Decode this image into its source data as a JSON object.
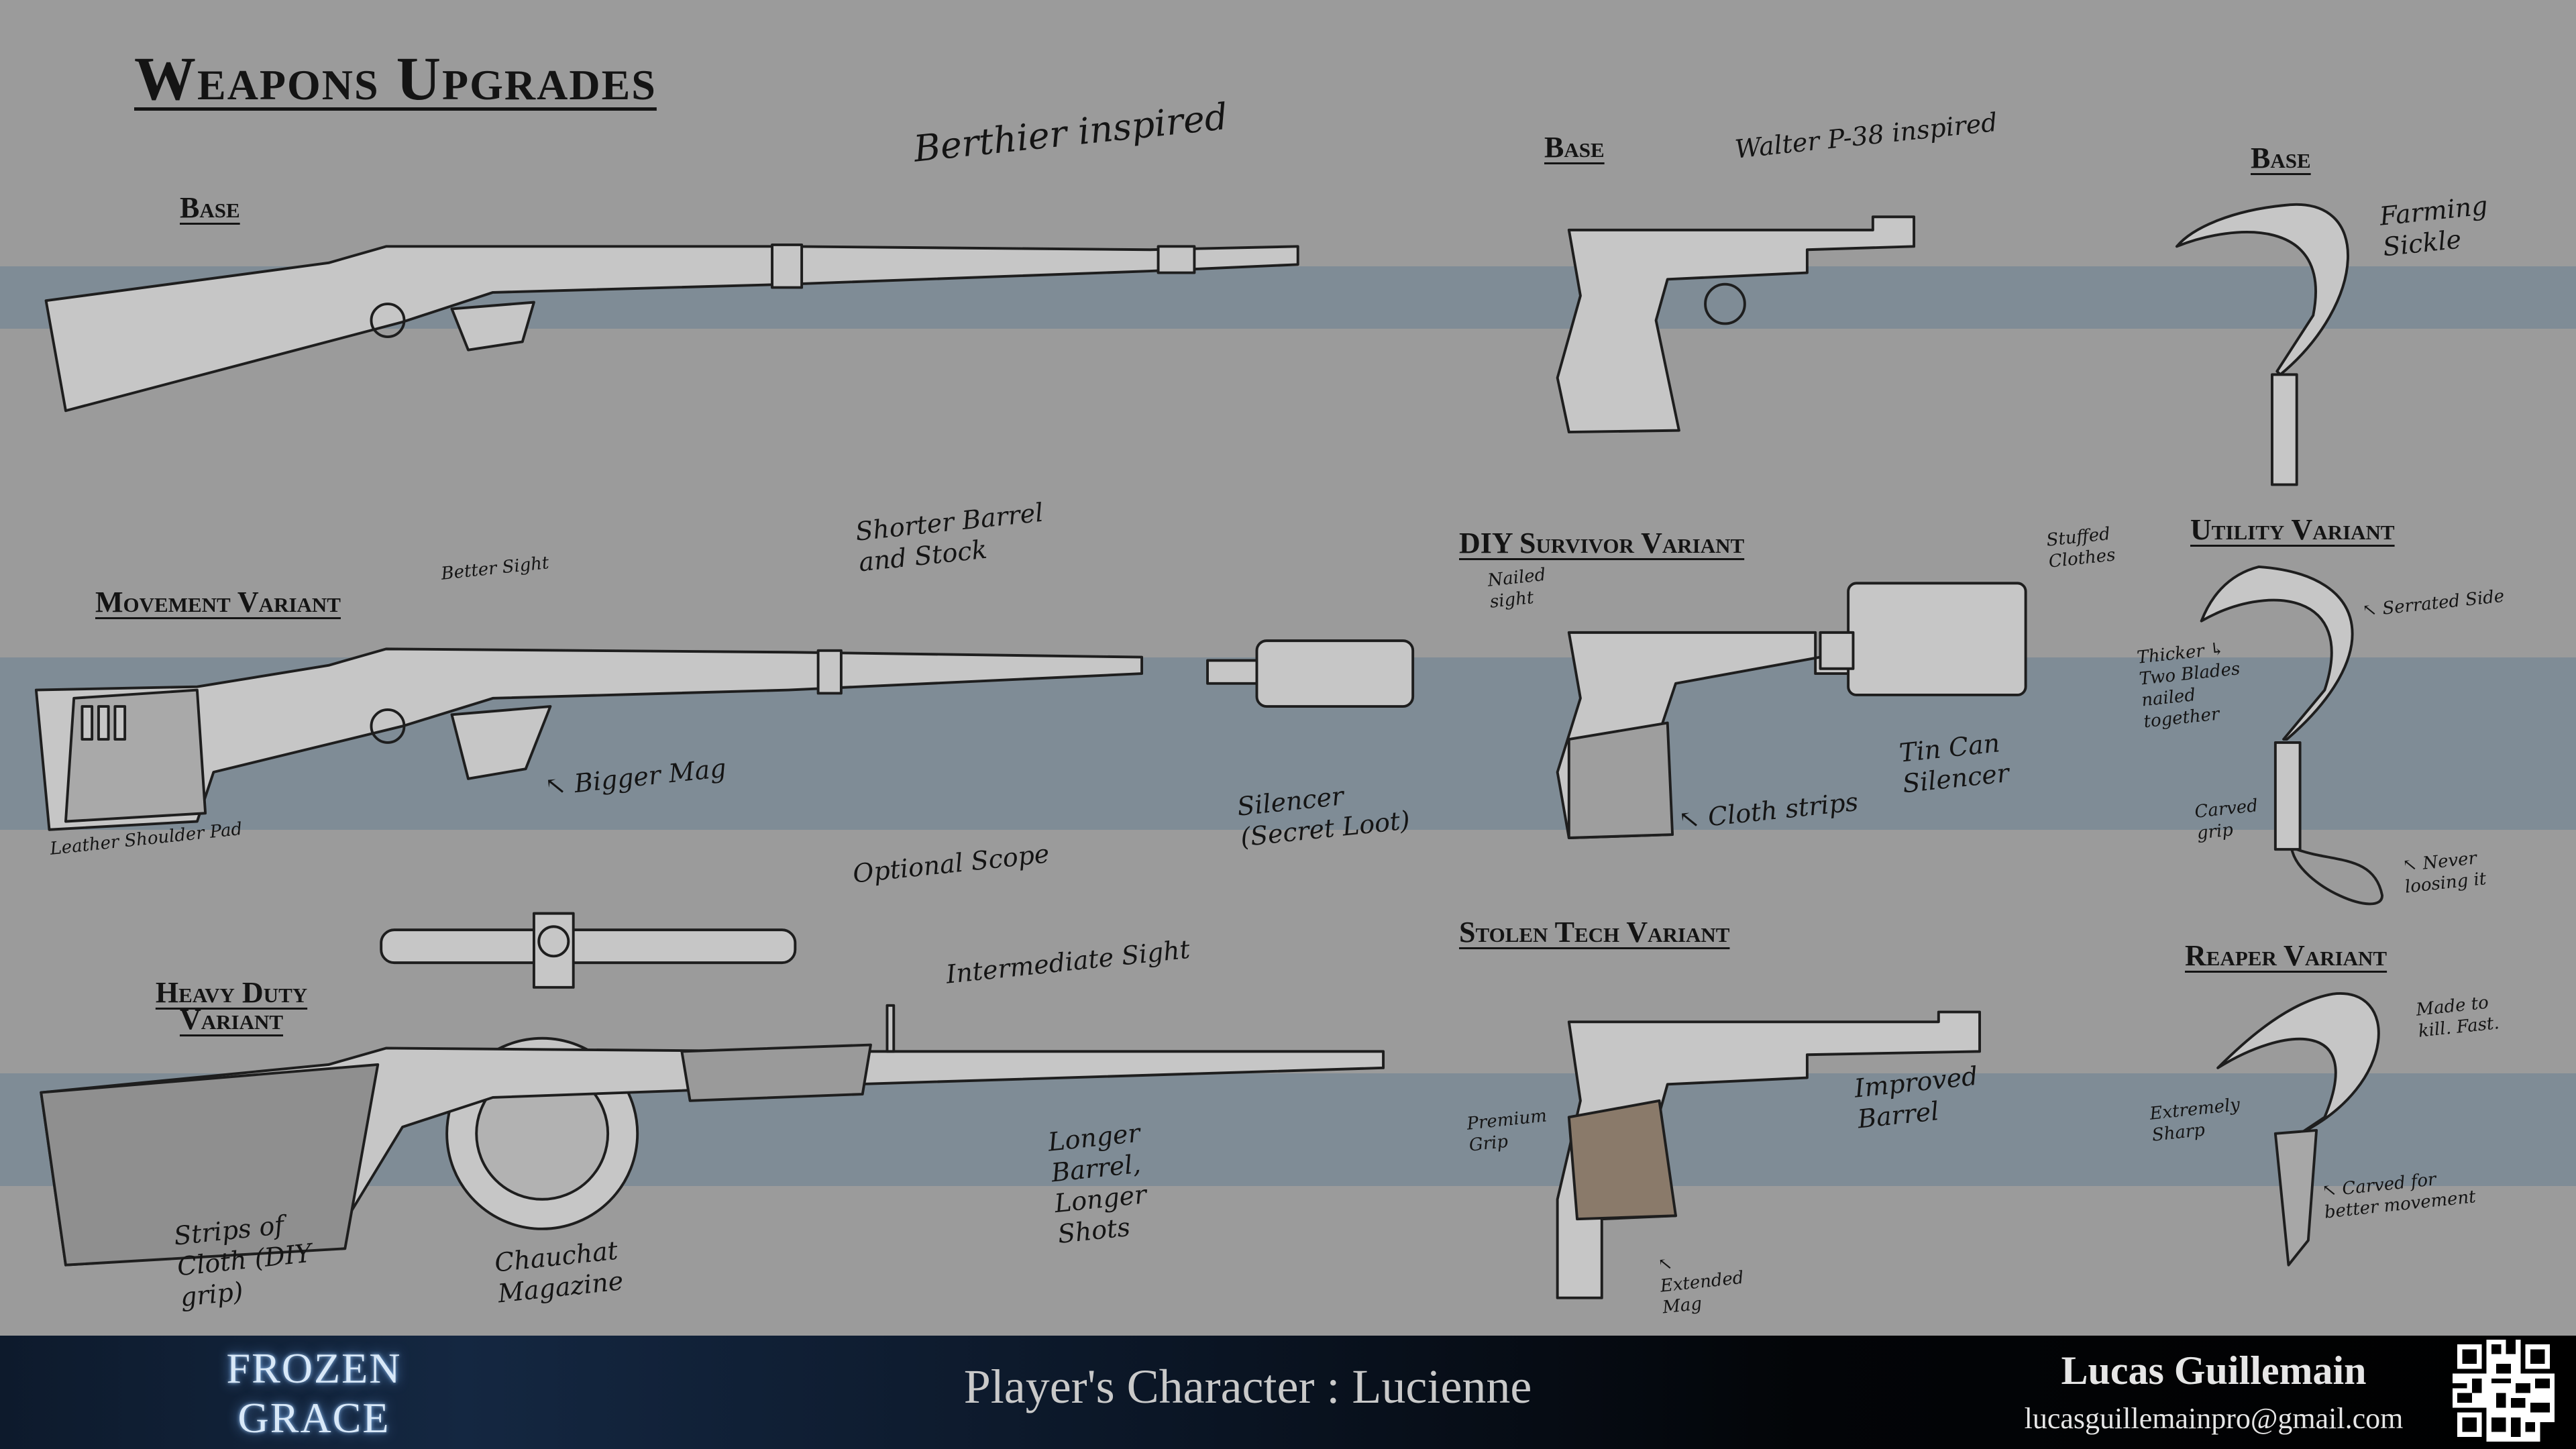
{
  "title": "Weapons Upgrades",
  "rifle": {
    "base_label": "Base",
    "inspiration": "Berthier inspired",
    "movement_label": "Movement Variant",
    "heavy_label": "Heavy Duty Variant",
    "notes": {
      "better_sight": "Better Sight",
      "shorter_barrel": "Shorter Barrel and Stock",
      "bigger_mag": "↖ Bigger Mag",
      "shoulder_pad": "Leather Shoulder Pad",
      "silencer": "Silencer (Secret Loot)",
      "optional_scope": "Optional Scope",
      "intermediate_sight": "Intermediate Sight",
      "longer_barrel": "Longer Barrel, Longer Shots",
      "cloth_strips": "Strips of Cloth (DIY grip)",
      "chauchat": "Chauchat Magazine"
    }
  },
  "pistol": {
    "base_label": "Base",
    "inspiration": "Walter P-38 inspired",
    "diy_label": "DIY Survivor Variant",
    "stolen_label": "Stolen Tech Variant",
    "notes": {
      "nailed_sight": "Nailed sight",
      "stuffed_clothes": "Stuffed Clothes",
      "tin_can": "Tin Can Silencer",
      "cloth_strips": "↖ Cloth strips",
      "premium_grip": "Premium Grip",
      "improved_barrel": "Improved Barrel",
      "extended_mag": "↖ Extended Mag"
    }
  },
  "sickle": {
    "base_label": "Base",
    "inspiration": "Farming Sickle",
    "utility_label": "Utility Variant",
    "reaper_label": "Reaper Variant",
    "notes": {
      "serrated": "↖ Serrated Side",
      "thicker": "Thicker ↳ Two Blades nailed together",
      "carved_grip": "Carved grip",
      "never_loosing": "↖ Never loosing it",
      "made_to_kill": "Made to kill. Fast.",
      "extremely_sharp": "Extremely Sharp",
      "carved_movement": "↖ Carved for better movement"
    }
  },
  "footer": {
    "logo": "FROZEN GRACE",
    "subtitle": "Player's Character : Lucienne",
    "author": "Lucas Guillemain",
    "email": "lucasguillemainpro@gmail.com"
  },
  "colors": {
    "background": "#9b9b9b",
    "band": "#7f8c96",
    "footer": "#0d1a2c"
  }
}
